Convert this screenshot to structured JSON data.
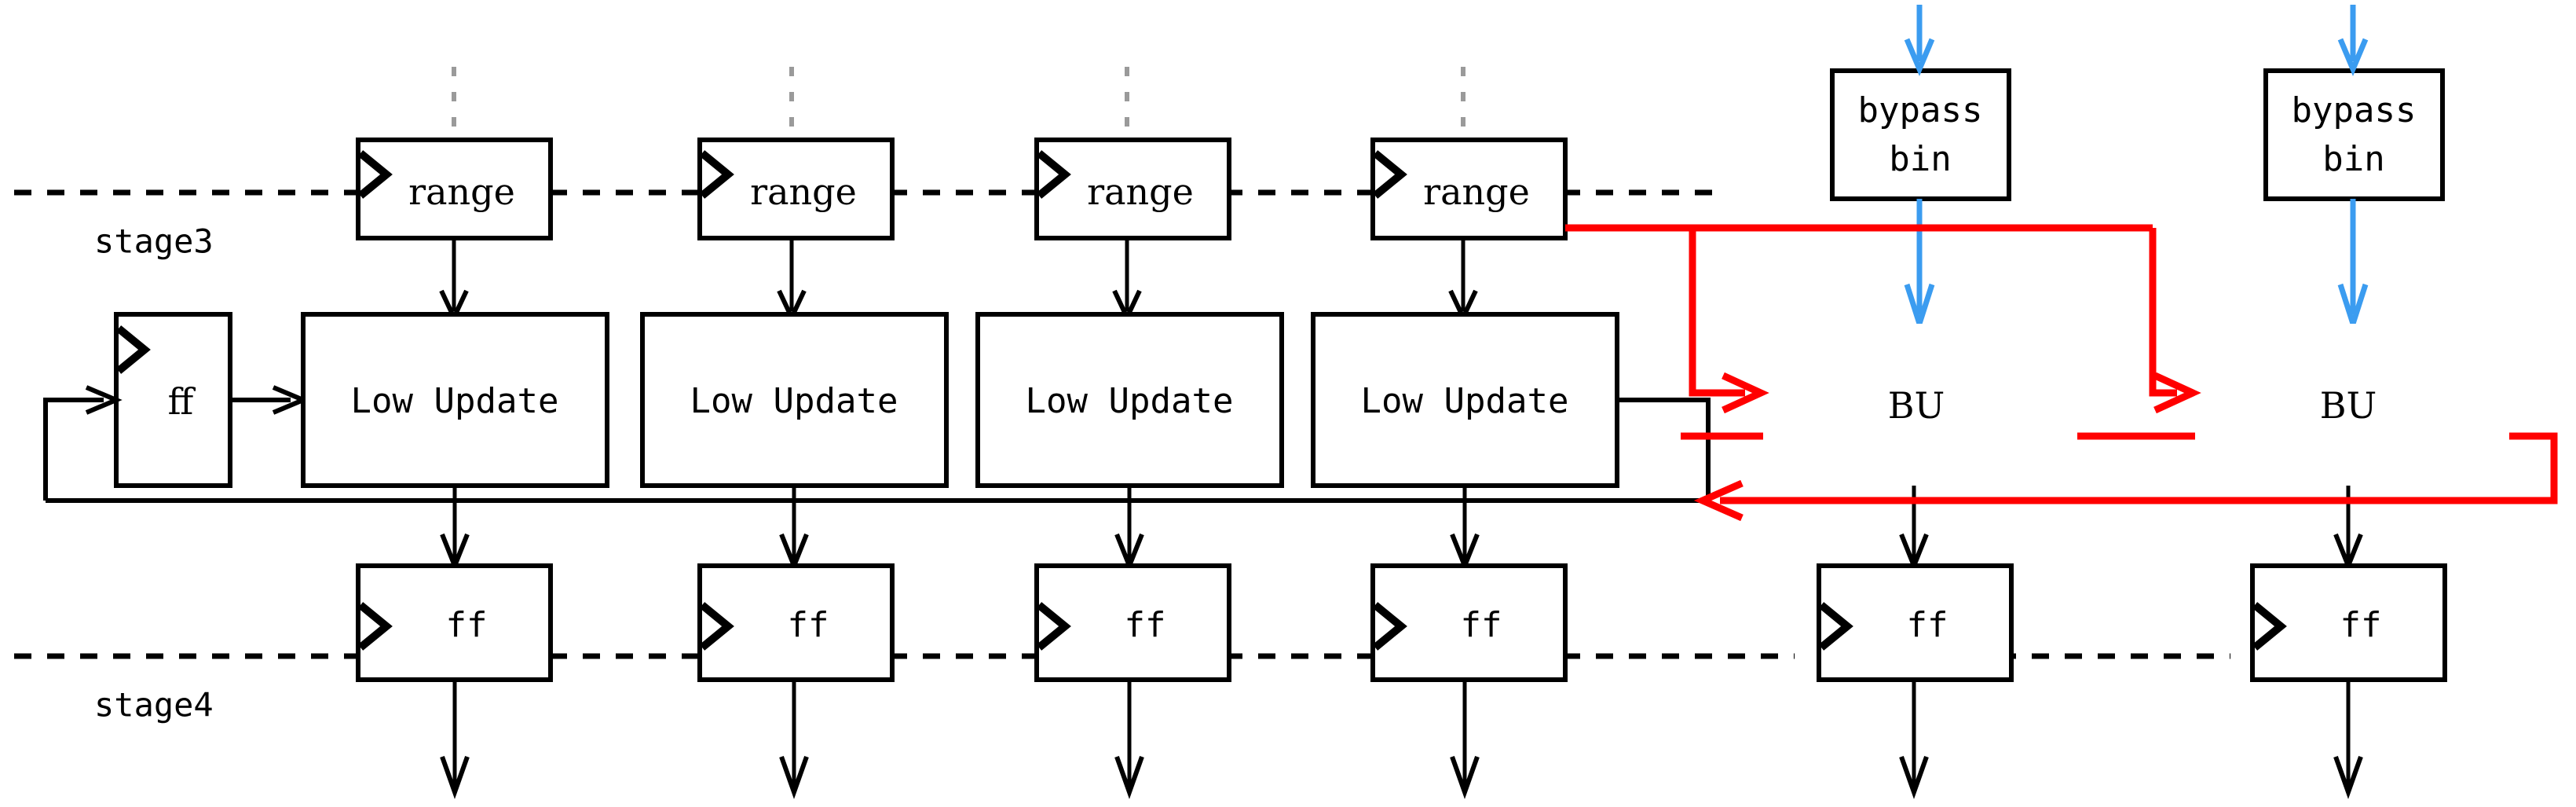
{
  "diagram": {
    "title": "Pipeline stage3 / stage4 datapath",
    "colors": {
      "bu_fill": "#f7d2d2",
      "red_wire": "#ff0000",
      "blue_wire": "#3b9cf0",
      "gray_dotted": "#9a9a9a",
      "black": "#000000",
      "background": "#ffffff"
    },
    "stage_labels": [
      {
        "id": "stage3",
        "text": "stage3"
      },
      {
        "id": "stage4",
        "text": "stage4"
      }
    ],
    "range_nodes": [
      {
        "id": "range-1",
        "label": "range"
      },
      {
        "id": "range-2",
        "label": "range"
      },
      {
        "id": "range-3",
        "label": "range"
      },
      {
        "id": "range-4",
        "label": "range"
      }
    ],
    "low_update_nodes": [
      {
        "id": "low-update-1",
        "label": "Low Update"
      },
      {
        "id": "low-update-2",
        "label": "Low Update"
      },
      {
        "id": "low-update-3",
        "label": "Low Update"
      },
      {
        "id": "low-update-4",
        "label": "Low Update"
      }
    ],
    "feedback_ff": {
      "id": "ff-feedback",
      "label": "ff"
    },
    "bypass_bin_nodes": [
      {
        "id": "bypass-bin-1",
        "line1": "bypass",
        "line2": "bin"
      },
      {
        "id": "bypass-bin-2",
        "line1": "bypass",
        "line2": "bin"
      }
    ],
    "bu_nodes": [
      {
        "id": "bu-1",
        "label": "BU"
      },
      {
        "id": "bu-2",
        "label": "BU"
      }
    ],
    "stage4_ff_nodes": [
      {
        "id": "ff-1",
        "label": "ff"
      },
      {
        "id": "ff-2",
        "label": "ff"
      },
      {
        "id": "ff-3",
        "label": "ff"
      },
      {
        "id": "ff-4",
        "label": "ff"
      },
      {
        "id": "ff-5",
        "label": "ff"
      },
      {
        "id": "ff-6",
        "label": "ff"
      }
    ]
  }
}
